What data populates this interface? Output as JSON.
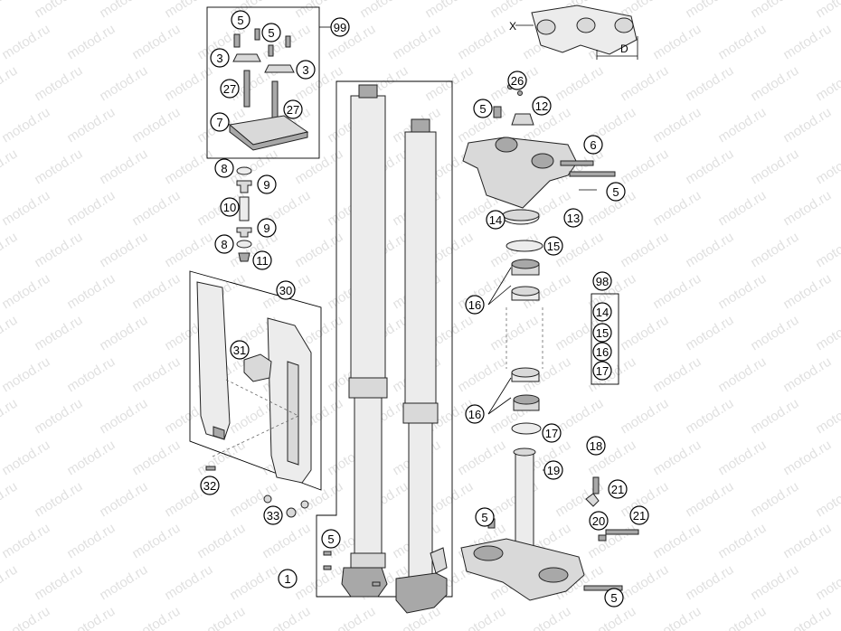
{
  "watermark": "motod.ru",
  "dimension_labels": {
    "x": "X",
    "d": "D"
  },
  "callouts": {
    "c1": "1",
    "c3a": "3",
    "c3b": "3",
    "c5a": "5",
    "c5b": "5",
    "c5c": "5",
    "c5d": "5",
    "c5e": "5",
    "c5f": "5",
    "c6": "6",
    "c7": "7",
    "c8a": "8",
    "c8b": "8",
    "c9a": "9",
    "c9b": "9",
    "c10": "10",
    "c11": "11",
    "c12": "12",
    "c13": "13",
    "c14a": "14",
    "c14b": "14",
    "c15a": "15",
    "c15b": "15",
    "c16a": "16",
    "c16b": "16",
    "c16c": "16",
    "c17a": "17",
    "c17b": "17",
    "c18": "18",
    "c19": "19",
    "c20": "20",
    "c21a": "21",
    "c21b": "21",
    "c26": "26",
    "c27a": "27",
    "c27b": "27",
    "c30": "30",
    "c31": "31",
    "c32": "32",
    "c33": "33",
    "c98": "98",
    "c99": "99"
  }
}
